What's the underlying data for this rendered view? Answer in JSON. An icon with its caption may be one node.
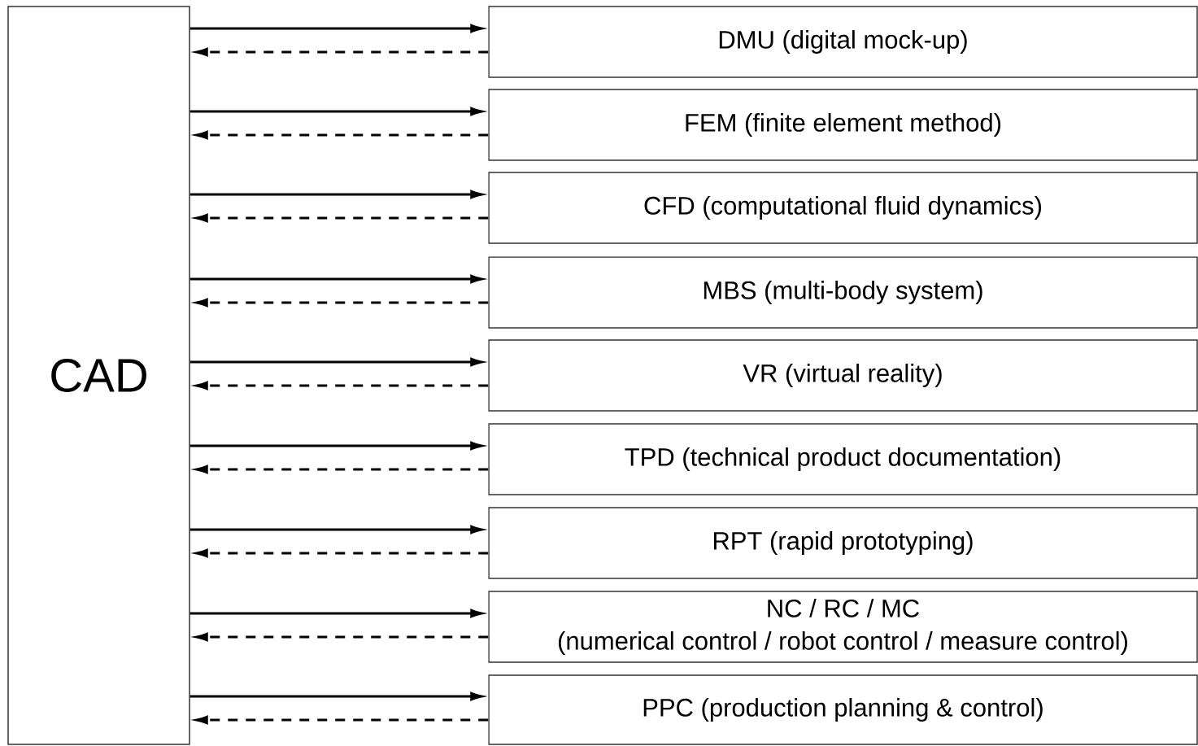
{
  "diagram": {
    "nodes": [
      {
        "text": [
          "CAD"
        ]
      },
      {
        "text": [
          "DMU (digital mock-up)"
        ]
      },
      {
        "text": [
          "FEM (finite element method)"
        ]
      },
      {
        "text": [
          "CFD (computational fluid dynamics)"
        ]
      },
      {
        "text": [
          "MBS (multi-body system)"
        ]
      },
      {
        "text": [
          "VR (virtual reality)"
        ]
      },
      {
        "text": [
          "TPD (technical product documentation)"
        ]
      },
      {
        "text": [
          "RPT (rapid prototyping)"
        ]
      },
      {
        "text": [
          "NC / RC / MC",
          "(numerical control / robot control / measure control)"
        ]
      },
      {
        "text": [
          "PPC (production planning & control)"
        ]
      }
    ],
    "edges": [
      {
        "from": 0,
        "to": 1,
        "arrow": "to"
      },
      {
        "from": 1,
        "to": 0,
        "arrow": "to",
        "style": "dashed"
      },
      {
        "from": 0,
        "to": 2,
        "arrow": "to"
      },
      {
        "from": 2,
        "to": 0,
        "arrow": "to",
        "style": "dashed"
      },
      {
        "from": 0,
        "to": 3,
        "arrow": "to"
      },
      {
        "from": 3,
        "to": 0,
        "arrow": "to",
        "style": "dashed"
      },
      {
        "from": 0,
        "to": 4,
        "arrow": "to"
      },
      {
        "from": 4,
        "to": 0,
        "arrow": "to",
        "style": "dashed"
      },
      {
        "from": 0,
        "to": 5,
        "arrow": "to"
      },
      {
        "from": 5,
        "to": 0,
        "arrow": "to",
        "style": "dashed"
      },
      {
        "from": 0,
        "to": 6,
        "arrow": "to"
      },
      {
        "from": 6,
        "to": 0,
        "arrow": "to",
        "style": "dashed"
      },
      {
        "from": 0,
        "to": 7,
        "arrow": "to"
      },
      {
        "from": 7,
        "to": 0,
        "arrow": "to",
        "style": "dashed"
      },
      {
        "from": 0,
        "to": 8,
        "arrow": "to"
      },
      {
        "from": 8,
        "to": 0,
        "arrow": "to",
        "style": "dashed"
      },
      {
        "from": 0,
        "to": 9,
        "arrow": "to"
      },
      {
        "from": 9,
        "to": 0,
        "arrow": "to",
        "style": "dashed"
      }
    ]
  }
}
